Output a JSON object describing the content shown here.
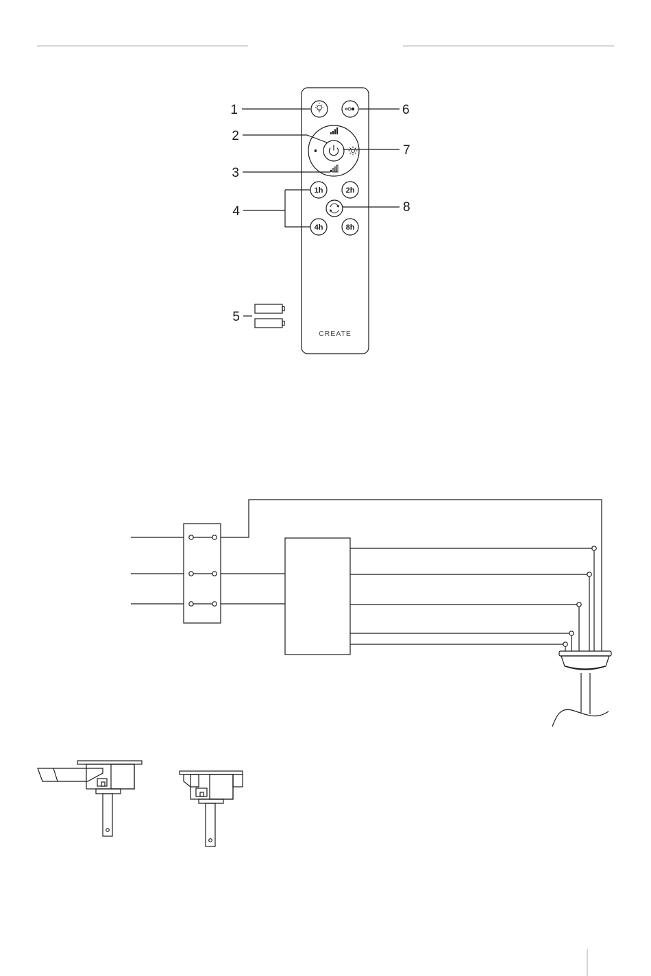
{
  "remote": {
    "brand": "CREATE",
    "buttons": {
      "timer_1h": "1h",
      "timer_2h": "2h",
      "timer_4h": "4h",
      "timer_8h": "8h"
    },
    "callouts": [
      "1",
      "2",
      "3",
      "4",
      "5",
      "6",
      "7",
      "8"
    ],
    "icons": {
      "light": "lightbulb-icon",
      "power": "power-icon",
      "speed_up": "signal-bars-icon",
      "speed_down": "signal-bars-icon",
      "mode": "dot-toggle-icon",
      "brightness_low": "small-sun-icon",
      "brightness_high": "sun-icon",
      "direction": "reverse-arrows-icon",
      "batteries": "battery-icon"
    }
  }
}
